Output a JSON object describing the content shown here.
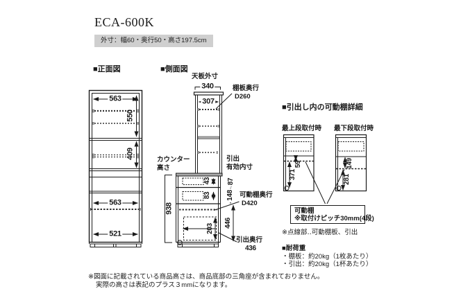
{
  "header": {
    "model": "ECA-600K",
    "dims_note": "外寸：幅60・奥行50・高さ197.5cm"
  },
  "front": {
    "title": "■正面図",
    "w_top": "563",
    "h_upper": "550",
    "h_mid": "409",
    "w_mid": "563",
    "w_bottom": "521"
  },
  "side": {
    "title": "■側面図",
    "top_label": "天板外寸",
    "top_w": "340",
    "inner_w": "307",
    "shelf_depth_label": "棚板奥行",
    "shelf_depth_value": "D260",
    "counter_label1": "カウンター",
    "counter_label2": "高さ",
    "counter_h": "938",
    "drawer_label1": "引出",
    "drawer_label2": "有効内寸",
    "drawer1_inner": "43",
    "drawer2_inner": "83",
    "drawer1_front": "87",
    "drawer2_front": "148",
    "movable_label1": "可動棚奥行",
    "movable_label2": "D420",
    "lower_inner": "446",
    "lower_drawer": "203",
    "drawer_depth_label": "引出奥行",
    "drawer_depth_value": "436"
  },
  "detail": {
    "title": "■引出し内の可動棚詳細",
    "pos_top": "最上段取付時",
    "pos_bottom": "最下段取付時",
    "top_gap": "59",
    "top_below": "371",
    "bottom_gap": "149",
    "bottom_below": "281",
    "callout1": "可動棚",
    "callout2": "※取付けピッチ30mm(4段)",
    "dotted_note": "※点線部‥可動棚板、引出",
    "load_title": "■耐荷重",
    "load_item1": "・棚板：約20kg（1枚あたり）",
    "load_item2": "・引出：約20kg（1杯あたり）"
  },
  "footnote": {
    "line1": "※図面に記載されている商品高さは、商品底部の三角座が含まれておりません。",
    "line2": "実際の高さは表記のプラス３mmになります。"
  },
  "colors": {
    "line": "#1a1a1a",
    "gray_band": "#ababab",
    "subtitle_bg": "#cfcfcf"
  }
}
